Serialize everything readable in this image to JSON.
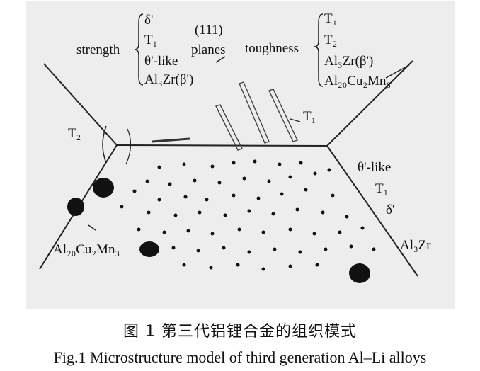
{
  "figure": {
    "labels": {
      "strength": "strength",
      "strength_list": [
        "δ'",
        "T₁",
        "θ'-like",
        "Al₃Zr(β')"
      ],
      "planes_num": "(111)",
      "planes": "planes",
      "toughness": "toughness",
      "toughness_list": [
        "T₁",
        "T₂",
        "Al₃Zr(β')",
        "Al₂₀Cu₂Mn₈"
      ],
      "t1_top": "T₁",
      "t2_left": "T₂",
      "right_theta": "θ'-like",
      "right_t1": "T₁",
      "right_delta": "δ'",
      "al3zr": "Al₃Zr",
      "al20_left": "Al₂₀Cu₂Mn₃"
    }
  },
  "caption": {
    "cn": "图 1    第三代铝锂合金的组织模式",
    "en": "Fig.1    Microstructure model of third generation Al–Li alloys"
  }
}
